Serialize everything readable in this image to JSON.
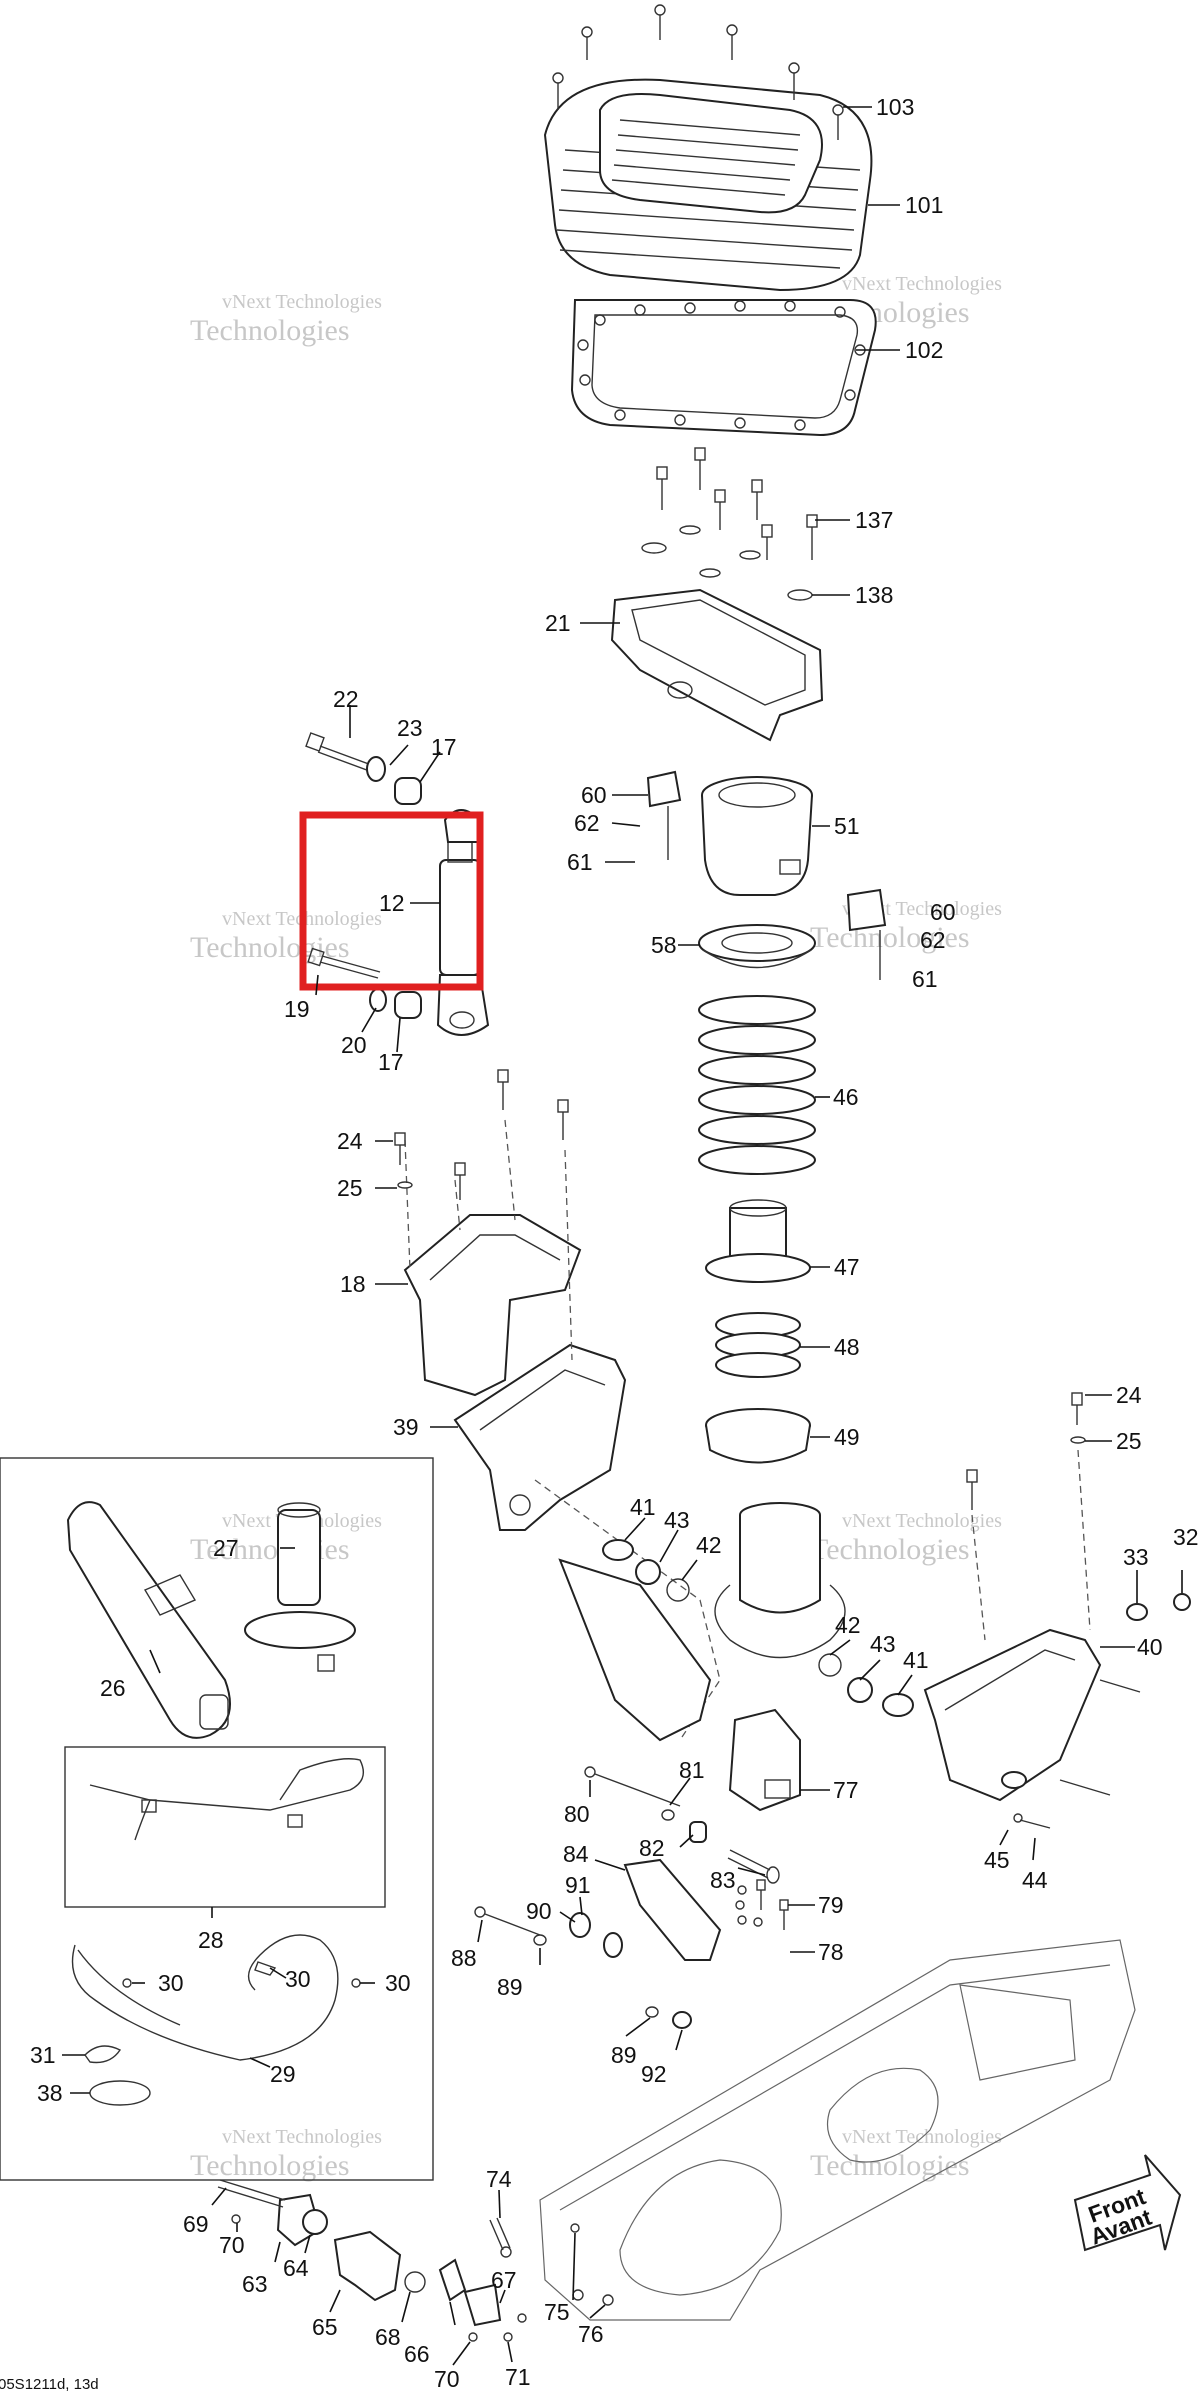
{
  "watermark": {
    "line1": "vNext Technologies",
    "line2": "Technologies"
  },
  "callouts": {
    "c103": "103",
    "c101": "101",
    "c102": "102",
    "c137": "137",
    "c138": "138",
    "c21": "21",
    "c22": "22",
    "c23": "23",
    "c17a": "17",
    "c12": "12",
    "c19": "19",
    "c20": "20",
    "c17b": "17",
    "c60a": "60",
    "c62a": "62",
    "c61a": "61",
    "c51": "51",
    "c60b": "60",
    "c62b": "62",
    "c61b": "61",
    "c58": "58",
    "c46": "46",
    "c24a": "24",
    "c25a": "25",
    "c18": "18",
    "c47": "47",
    "c48": "48",
    "c39": "39",
    "c49": "49",
    "c24b": "24",
    "c25b": "25",
    "c27": "27",
    "c41a": "41",
    "c43a": "43",
    "c42a": "42",
    "c33": "33",
    "c32": "32",
    "c26": "26",
    "c40": "40",
    "c42b": "42",
    "c43b": "43",
    "c41b": "41",
    "c81": "81",
    "c77": "77",
    "c80": "80",
    "c82": "82",
    "c45": "45",
    "c44": "44",
    "c84": "84",
    "c83": "83",
    "c28": "28",
    "c91": "91",
    "c90": "90",
    "c79": "79",
    "c88": "88",
    "c78": "78",
    "c89a": "89",
    "c30a": "30",
    "c30b": "30",
    "c30c": "30",
    "c31": "31",
    "c89b": "89",
    "c92": "92",
    "c29": "29",
    "c38": "38",
    "c74": "74",
    "c69": "69",
    "c70a": "70",
    "c63": "63",
    "c64": "64",
    "c67": "67",
    "c75": "75",
    "c65": "65",
    "c68": "68",
    "c66": "66",
    "c76": "76",
    "c70b": "70",
    "c71": "71"
  },
  "front_badge": {
    "line1": "Front",
    "line2": "Avant"
  },
  "drawing_code": "05S1211d, 13d",
  "highlight": {
    "color": "#e02020",
    "part_number": "12"
  }
}
